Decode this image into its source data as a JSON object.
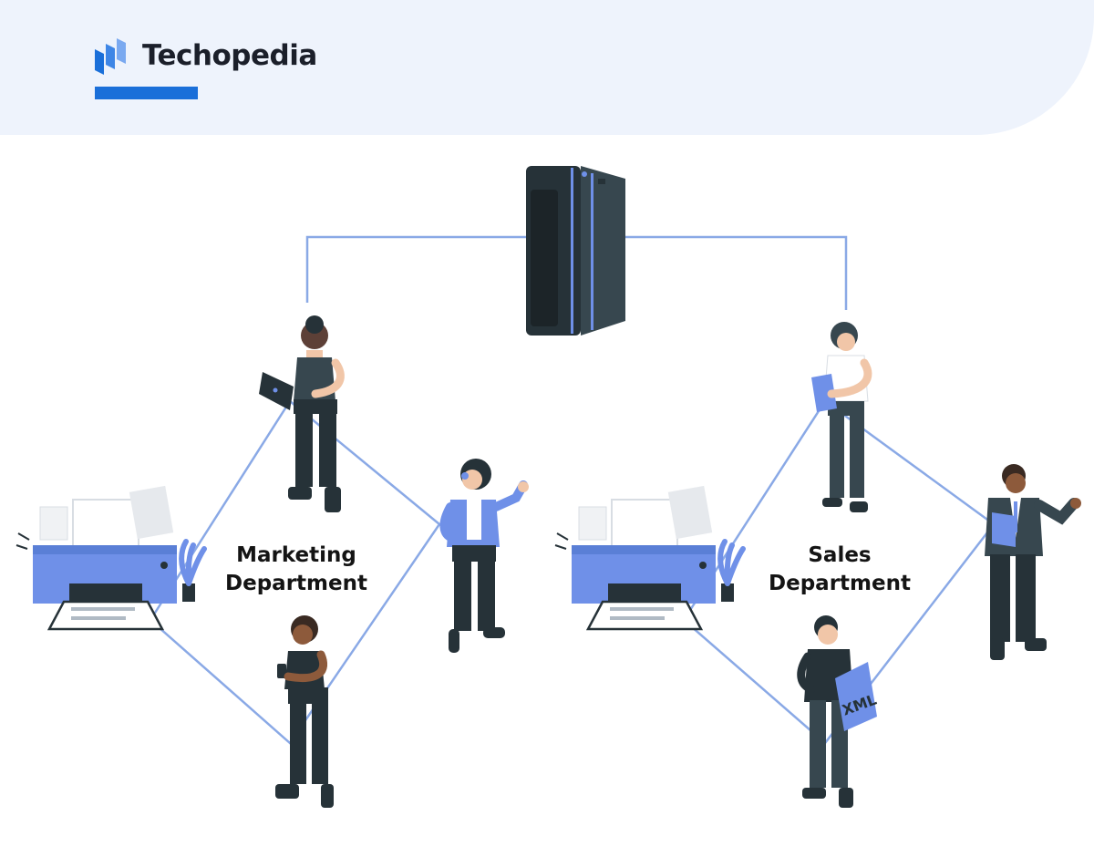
{
  "brand": {
    "name": "Techopedia",
    "logo_icon": "techopedia-logo-icon"
  },
  "departments": [
    {
      "line1": "Marketing",
      "line2": "Department"
    },
    {
      "line1": "Sales",
      "line2": "Department"
    }
  ],
  "colors": {
    "accent": "#1a6fd9",
    "link_line": "#8aa9e6",
    "device_blue": "#6f90e8",
    "dark": "#263238"
  }
}
